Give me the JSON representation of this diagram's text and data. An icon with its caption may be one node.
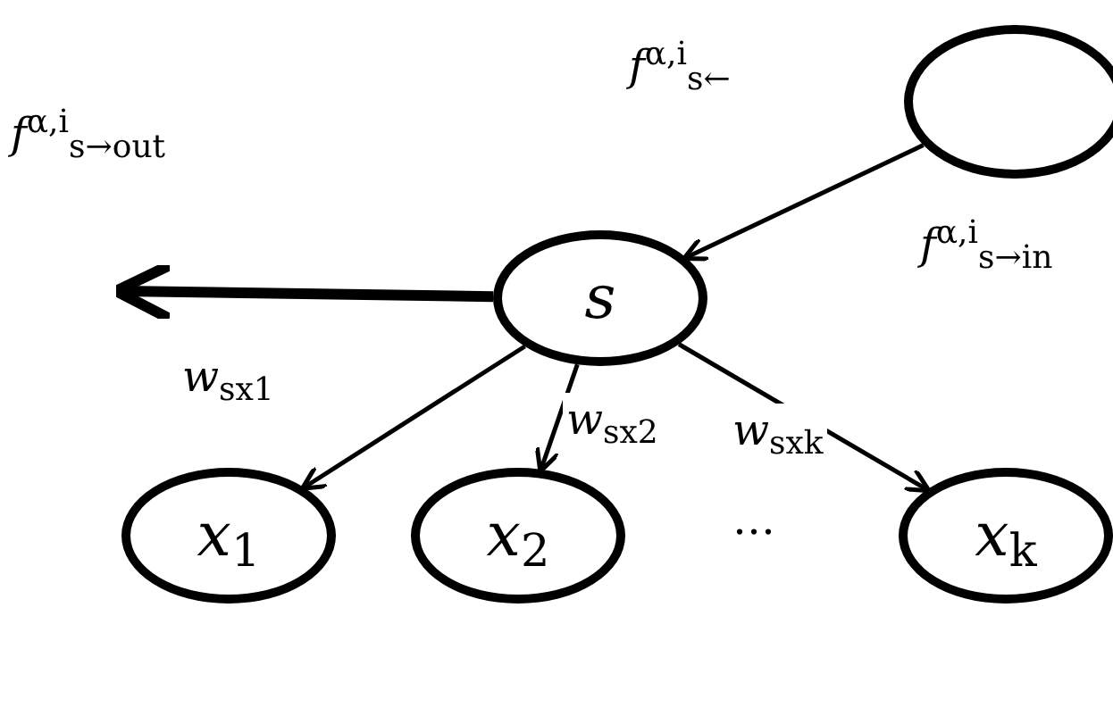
{
  "diagram": {
    "nodes": [
      {
        "text": [],
        "shape": "circle"
      },
      {
        "text": [
          "*s*"
        ]
      },
      {
        "text": [
          "*x*$_{1}$"
        ]
      },
      {
        "text": [
          "*x*$_{2}$"
        ]
      },
      {
        "text": [
          "*x*$_{k}$"
        ]
      }
    ],
    "edges": [
      {
        "from": 0,
        "to": 1,
        "arrow": "to",
        "label": "*f*$^{α,i}$$_{s←}$"
      },
      {
        "from": 1,
        "to": null,
        "arrow": "to",
        "style": "thick",
        "label": "*f*$^{α,i}$$_{s→out}$"
      },
      {
        "from": 1,
        "to": 2,
        "arrow": "to",
        "label": "*w*$_{sx1}$"
      },
      {
        "from": 1,
        "to": 3,
        "arrow": "to",
        "label": "*w*$_{sx2}$"
      },
      {
        "from": 1,
        "to": 4,
        "arrow": "to",
        "label": "*w*$_{sxk}$"
      }
    ],
    "labels": [
      "*f*$^{α,i}$$_{s→in}$",
      "…"
    ]
  }
}
